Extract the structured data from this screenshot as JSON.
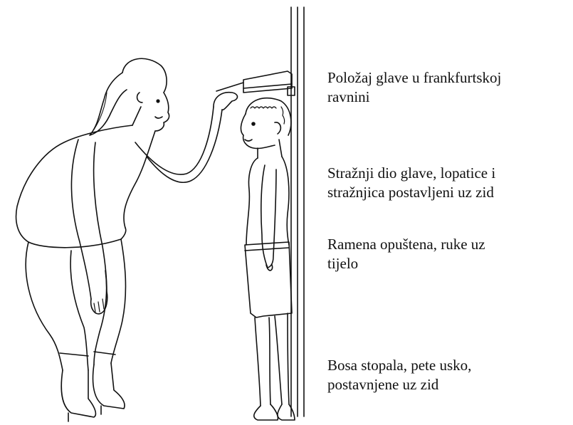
{
  "captions": [
    {
      "lines": [
        "Položaj glave u frankfurtskoj",
        "ravnini"
      ]
    },
    {
      "lines": [
        "Stražnji dio glave, lopatice i",
        "stražnjica postavljeni uz zid"
      ]
    },
    {
      "lines": [
        "Ramena opuštena, ruke uz",
        "tijelo"
      ]
    },
    {
      "lines": [
        "Bosa stopala, pete usko,",
        "postavnjene uz zid"
      ]
    }
  ],
  "colors": {
    "line": "#111111",
    "background": "#ffffff"
  }
}
